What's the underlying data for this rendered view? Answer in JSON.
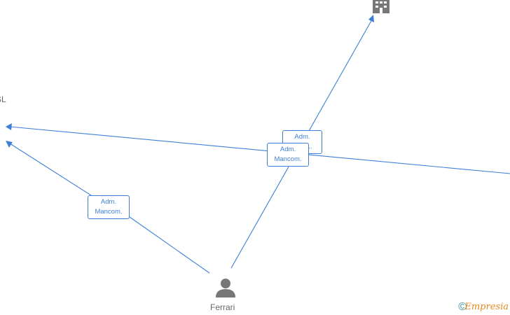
{
  "nodes": {
    "person_name": "Ferrari",
    "company_left_fragment": "SL"
  },
  "edges": {
    "label_left_line1": "Adm.",
    "label_left_line2": "Mancom.",
    "label_top_line1": "Adm.",
    "label_top_line2": "...",
    "label_front_line1": "Adm.",
    "label_front_line2": "Mancom."
  },
  "footer": {
    "copyright": "©",
    "brand": "Empresia"
  },
  "colors": {
    "edge": "#3d7fd6",
    "icon": "#777777"
  }
}
